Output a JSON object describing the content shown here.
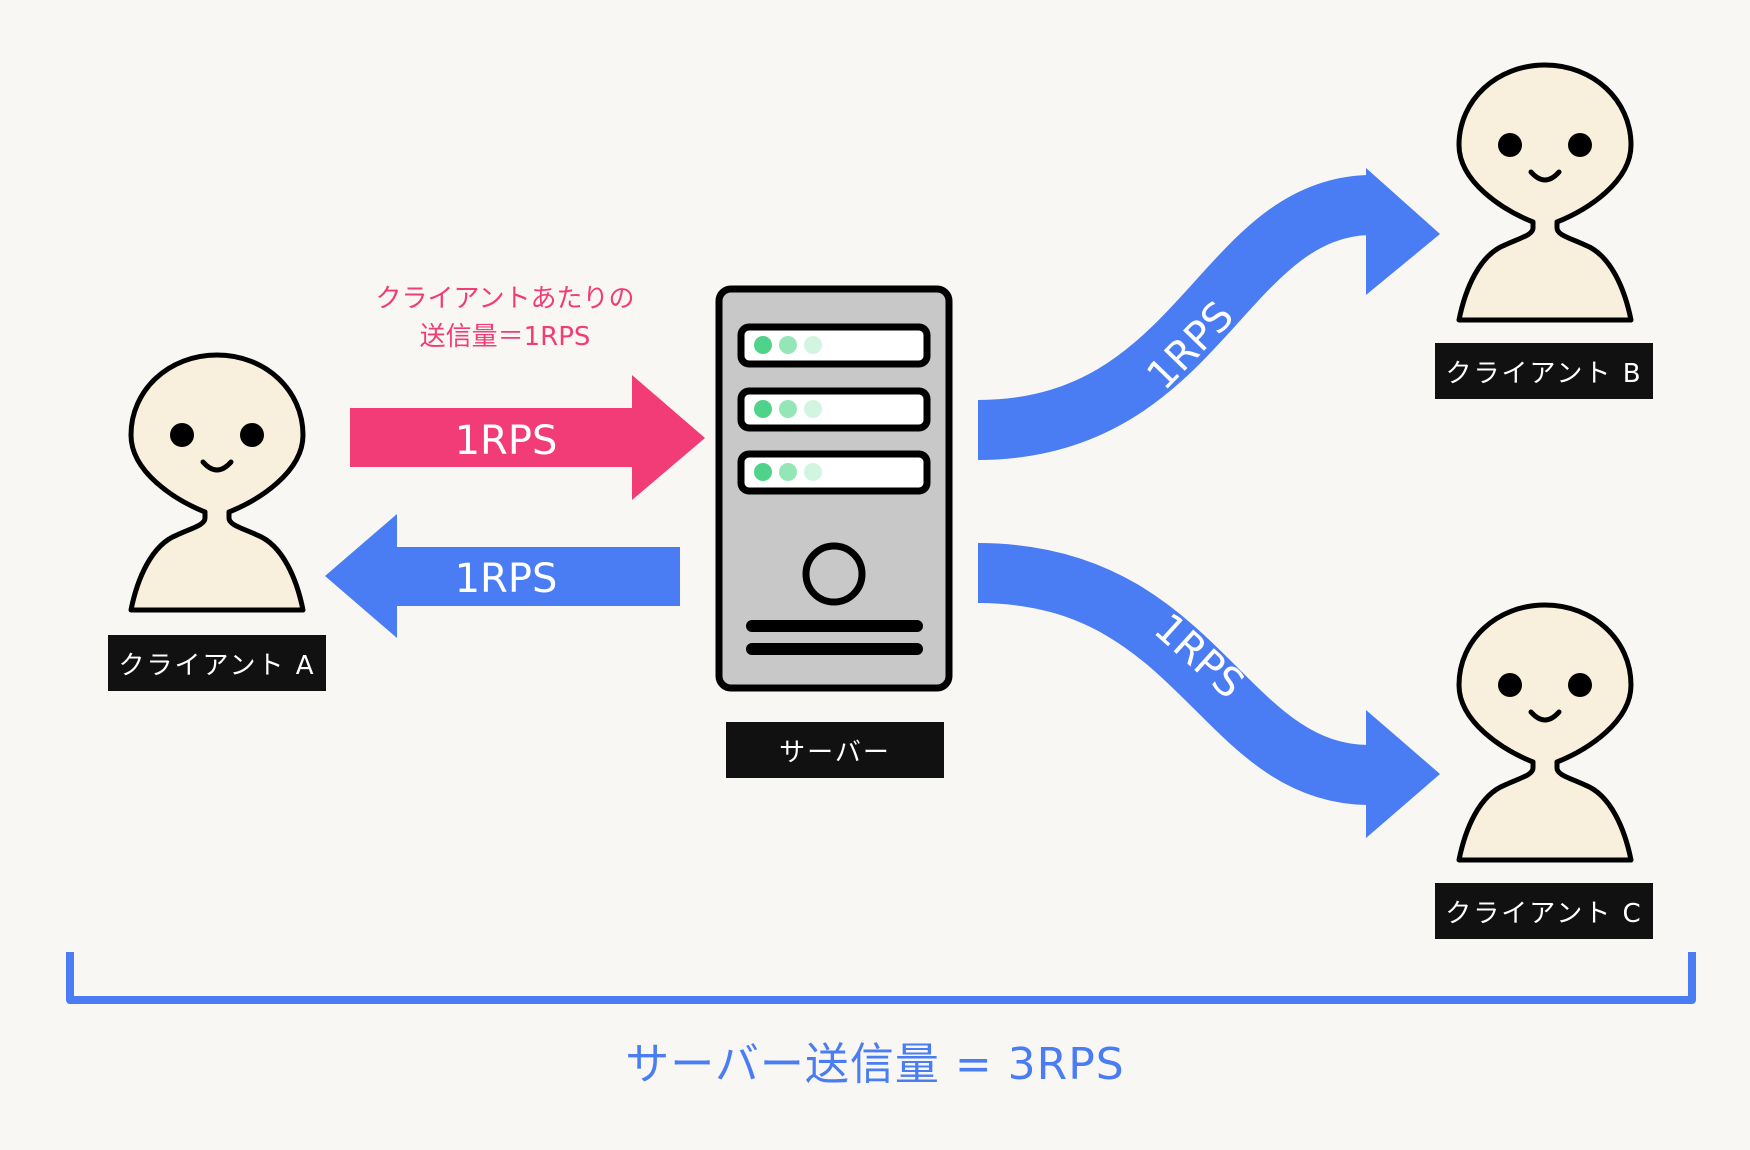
{
  "colors": {
    "request_arrow": "#f23c77",
    "response_arrow": "#4a7cf3",
    "face_fill": "#f8f0dc",
    "server_body": "#c8c8c8",
    "led_1": "#4fd38a",
    "led_2": "#95e6b6",
    "led_3": "#d2f5e1",
    "label_bg": "#111111"
  },
  "note": {
    "line1": "クライアントあたりの",
    "line2": "送信量＝1RPS"
  },
  "arrows": {
    "a_to_server": "1RPS",
    "server_to_a": "1RPS",
    "server_to_b": "1RPS",
    "server_to_c": "1RPS"
  },
  "labels": {
    "client_a": "クライアント A",
    "client_b": "クライアント B",
    "client_c": "クライアント C",
    "server": "サーバー"
  },
  "total": "サーバー送信量 = 3RPS"
}
